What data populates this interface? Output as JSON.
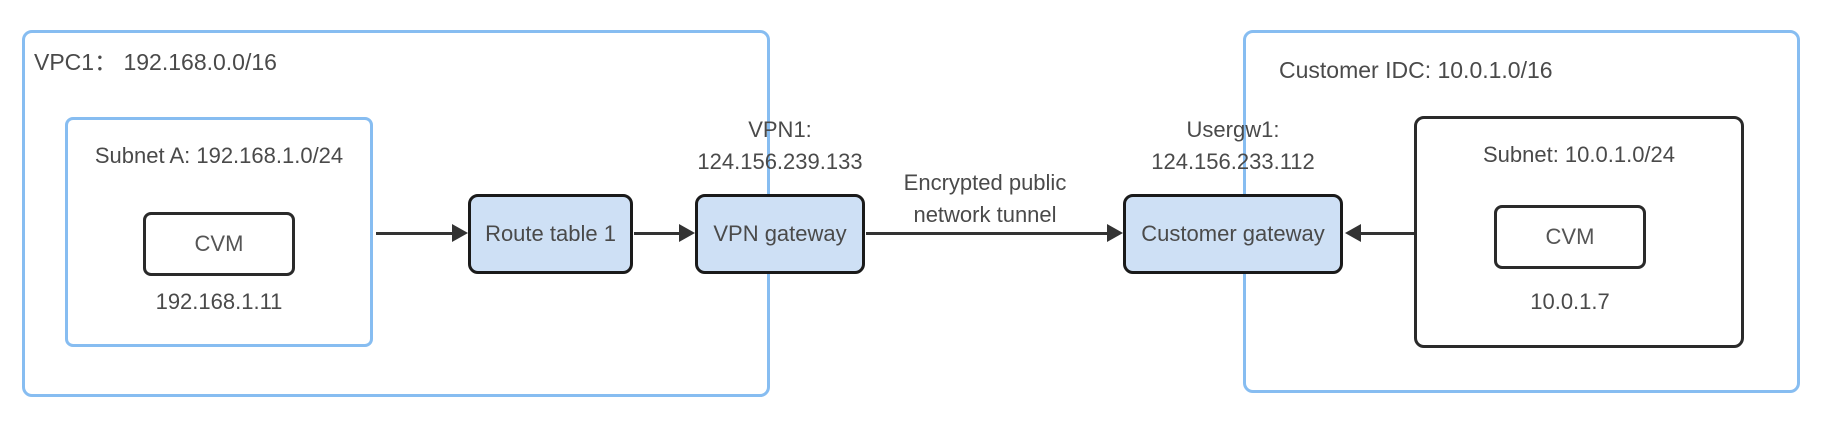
{
  "vpc": {
    "label": "VPC1： 192.168.0.0/16",
    "subnet": {
      "label": "Subnet A: 192.168.1.0/24",
      "cvm": "CVM",
      "cvm_ip": "192.168.1.11"
    }
  },
  "route_table": {
    "label": "Route table 1"
  },
  "vpn_gateway": {
    "caption_line1": "VPN1:",
    "caption_line2": "124.156.239.133",
    "label": "VPN gateway"
  },
  "tunnel": {
    "caption_line1": "Encrypted public",
    "caption_line2": "network tunnel"
  },
  "customer_gateway": {
    "caption_line1": "Usergw1:",
    "caption_line2": "124.156.233.112",
    "label": "Customer gateway"
  },
  "idc": {
    "label": "Customer IDC: 10.0.1.0/16",
    "subnet": {
      "label": "Subnet: 10.0.1.0/24",
      "cvm": "CVM",
      "cvm_ip": "10.0.1.7"
    }
  },
  "colors": {
    "container_border": "#87bdf1",
    "node_fill": "#cee0f5",
    "node_border": "#1a1a1a",
    "arrow": "#333333",
    "text": "#4a4a4a"
  }
}
